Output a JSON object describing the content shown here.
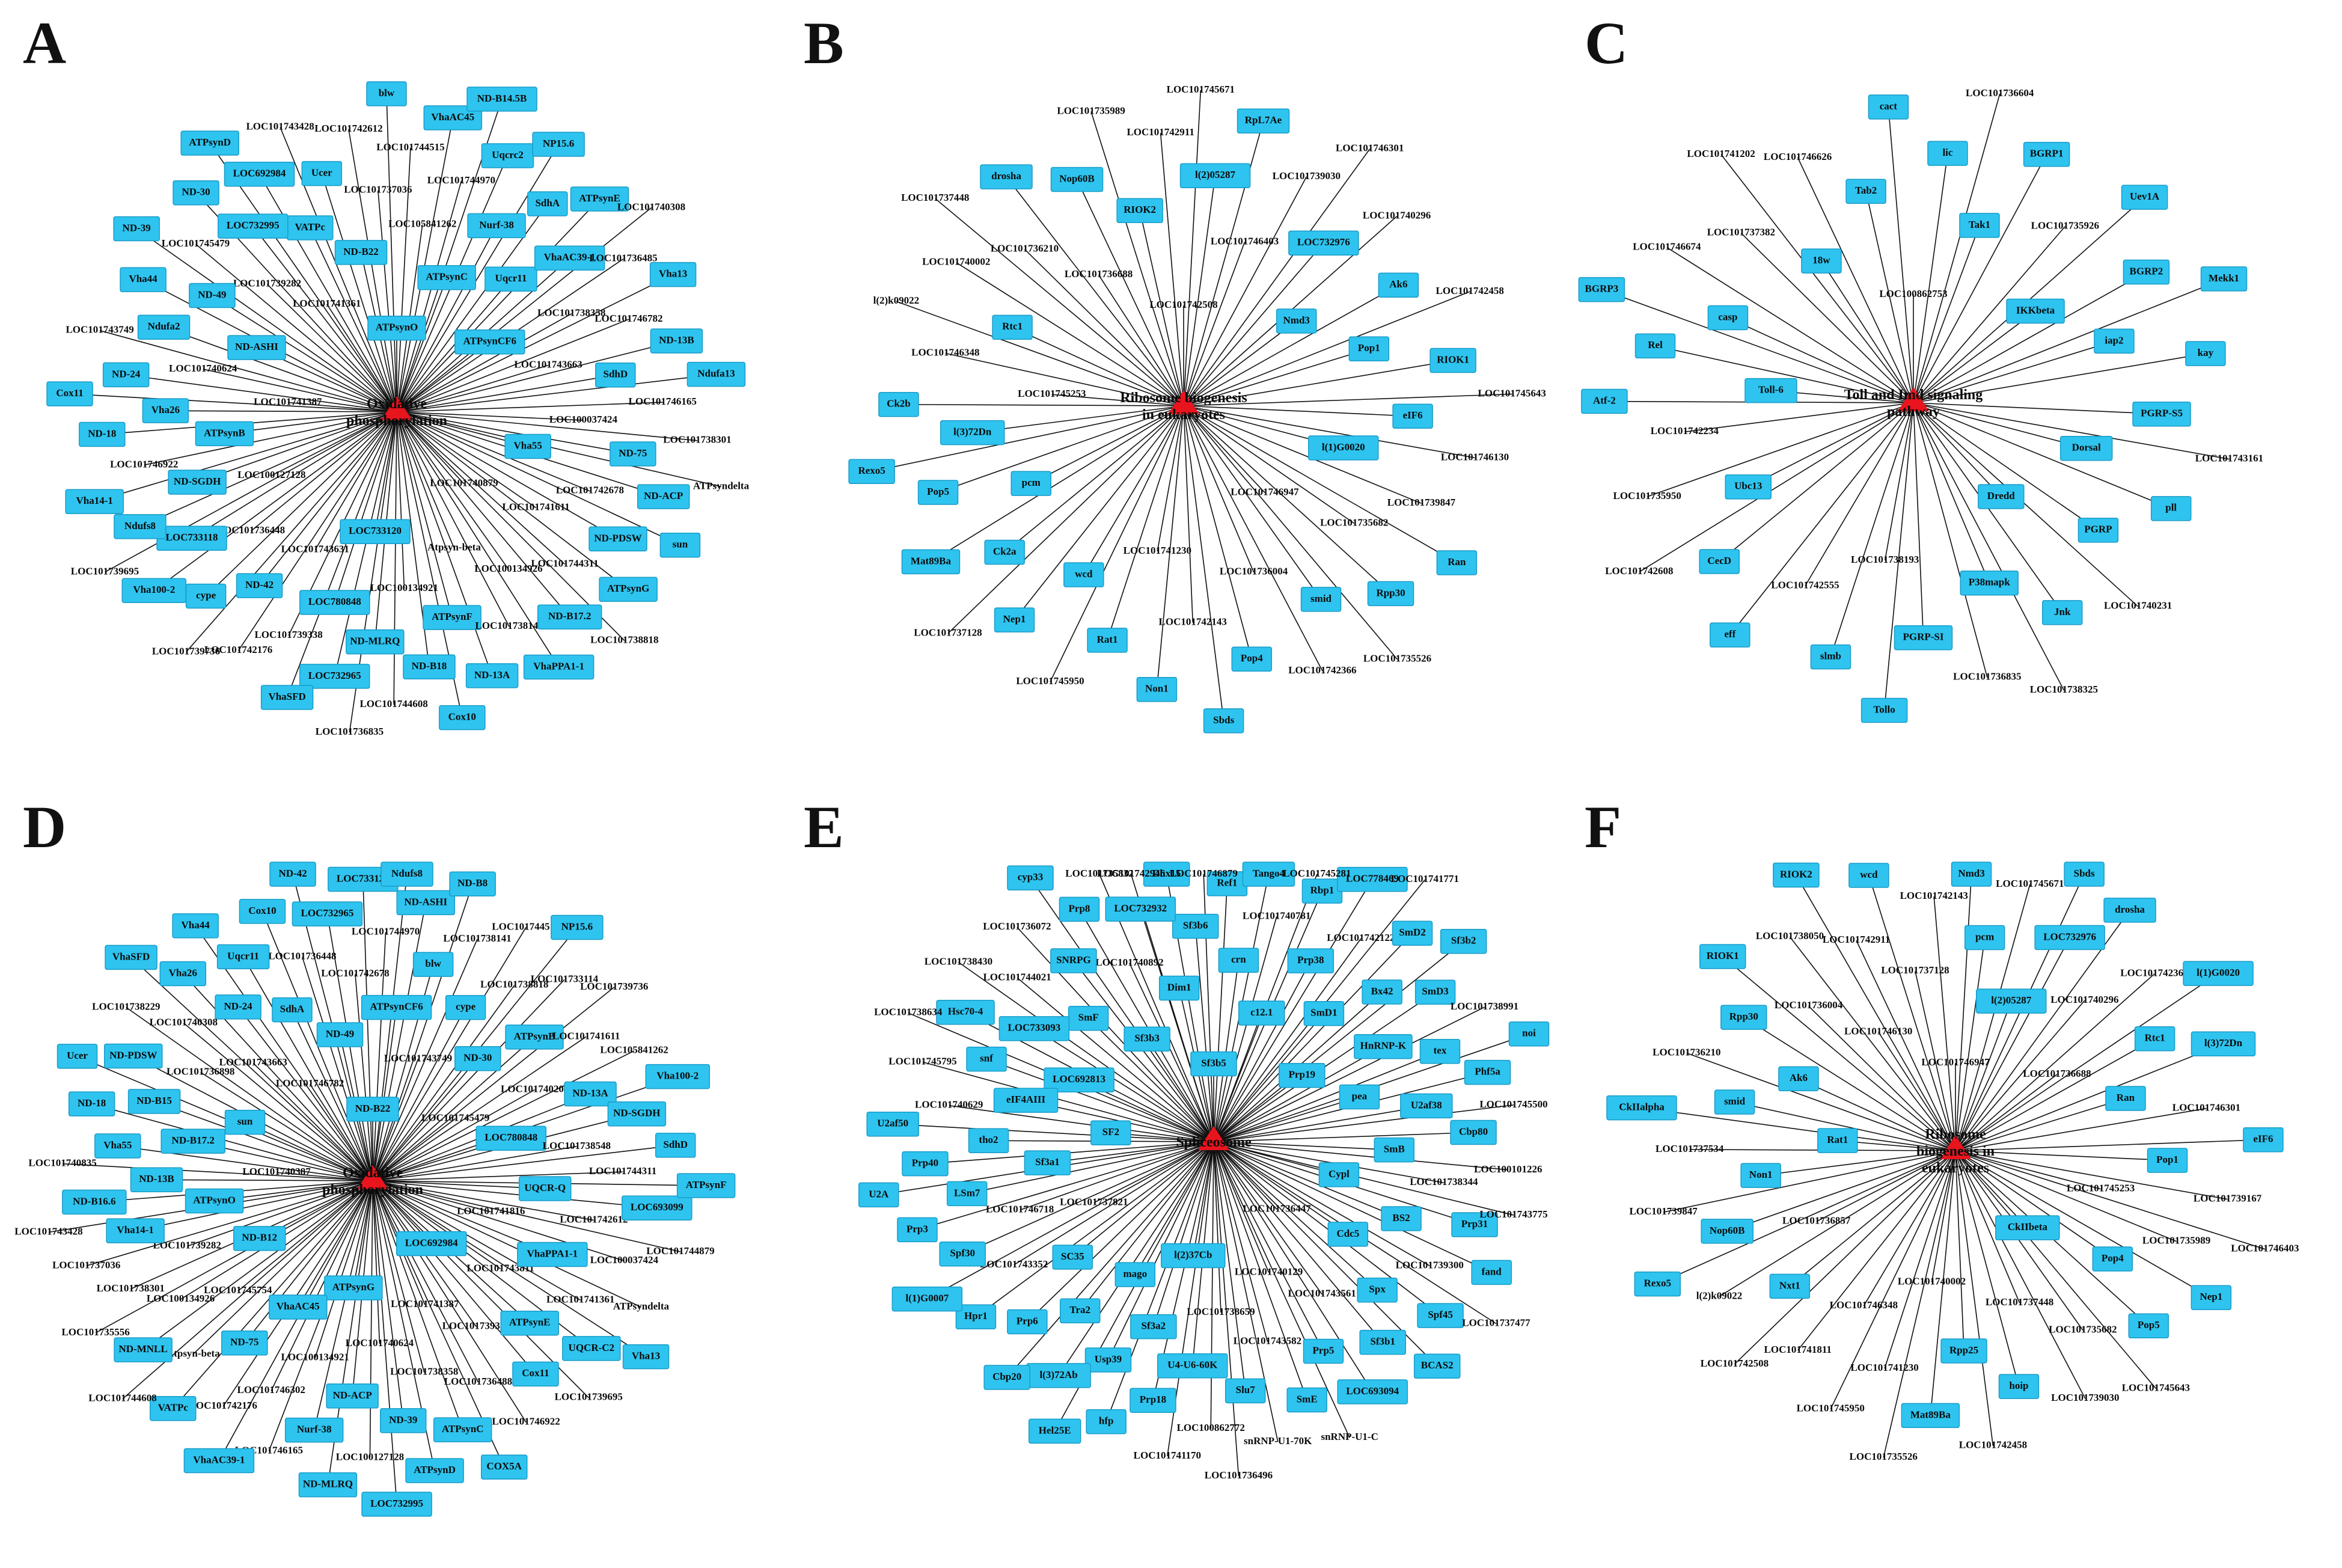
{
  "colors": {
    "node_fill": "#2ec4ef",
    "node_stroke": "#1a9cc8",
    "hub": "#e8141e",
    "edge": "#111111"
  },
  "panels": [
    {
      "letter": "A",
      "hub": [
        "Oxidative",
        "phosphorylation"
      ],
      "nodes": [
        "ATPsynO",
        "LOC101740879",
        "LOC101741387",
        "ATPsynCF6",
        "LOC733120",
        "LOC101741361",
        "Vha55",
        "LOC100127128",
        "ATPsynC",
        "Atpsyn-beta",
        "ND-ASHI",
        "LOC101743663",
        "LOC101743631",
        "ND-B22",
        "LOC101741611",
        "ATPsynB",
        "Uqcr11",
        "LOC100134921",
        "LOC101739282",
        "LOC100037424",
        "LOC101736448",
        "LOC105841262",
        "LOC100134926",
        "LOC101740624",
        "LOC101738358",
        "LOC780848",
        "VATPc",
        "LOC101742678",
        "ND-SGDH",
        "Nurf-38",
        "ATPsynF",
        "ND-49",
        "SdhD",
        "ND-42",
        "LOC101737036",
        "LOC101744311",
        "Vha26",
        "VhaAC39-1",
        "ND-MLRQ",
        "LOC732995",
        "ND-75",
        "LOC733118",
        "LOC101744970",
        "LOC101738141",
        "Ndufa2",
        "LOC101746782",
        "LOC101739338",
        "Ucer",
        "ND-PDSW",
        "LOC101746922",
        "SdhA",
        "ND-B18",
        "LOC101745479",
        "LOC101746165",
        "cype",
        "LOC101744515",
        "ND-B17.2",
        "ND-24",
        "LOC101736485",
        "LOC732965",
        "LOC692984",
        "ND-ACP",
        "Ndufs8",
        "Uqcrc2",
        "ND-13A",
        "Vha44",
        "ND-13B",
        "LOC101742176",
        "LOC101742612",
        "ATPsynG",
        "ND-18",
        "ATPsynE",
        "LOC101744608",
        "ND-30",
        "LOC101738301",
        "Vha100-2",
        "VhaAC45",
        "VhaPPA1-1",
        "LOC101743749",
        "Vha13",
        "VhaSFD",
        "LOC101743428",
        "sun",
        "Vha14-1",
        "NP15.6",
        "Cox10",
        "ND-39",
        "Ndufa13",
        "LOC101739736",
        "blw",
        "LOC101738818",
        "Cox11",
        "LOC101740308",
        "LOC101736835",
        "ATPsynD",
        "ATPsyndelta",
        "LOC101739695",
        "ND-B14.5B"
      ]
    },
    {
      "letter": "B",
      "hub": [
        "Ribosome biogenesis",
        "in eukaryotes"
      ],
      "nodes": [
        "LOC101742508",
        "LOC101746947",
        "LOC101745253",
        "Nmd3",
        "LOC101741230",
        "LOC101736688",
        "l(1)G0020",
        "pcm",
        "LOC101746403",
        "LOC101736004",
        "Rtc1",
        "Pop1",
        "wcd",
        "RIOK2",
        "LOC101735682",
        "l(3)72Dn",
        "LOC732976",
        "LOC101742143",
        "LOC101736210",
        "eIF6",
        "Ck2a",
        "l(2)05287",
        "smid",
        "LOC101746348",
        "Ak6",
        "Rat1",
        "Nop60B",
        "LOC101739847",
        "Pop5",
        "LOC101739030",
        "Pop4",
        "LOC101740002",
        "RIOK1",
        "Nep1",
        "LOC101742911",
        "Rpp30",
        "Ck2b",
        "LOC101740296",
        "Non1",
        "drosha",
        "LOC101746130",
        "Mat89Ba",
        "RpL7Ae",
        "LOC101742366",
        "l(2)k09022",
        "LOC101742458",
        "LOC101745950",
        "LOC101735989",
        "Ran",
        "Rexo5",
        "LOC101746301",
        "Sbds",
        "LOC101737448",
        "LOC101745643",
        "LOC101737128",
        "LOC101745671",
        "LOC101735526"
      ]
    },
    {
      "letter": "C",
      "hub": [
        "Toll and Imd signaling",
        "pathway"
      ],
      "nodes": [
        "LOC100862753",
        "Dredd",
        "Toll-6",
        "IKKbeta",
        "LOC101738193",
        "18w",
        "Dorsal",
        "Ubc13",
        "Tak1",
        "P38mapk",
        "casp",
        "iap2",
        "LOC101742555",
        "Tab2",
        "PGRP",
        "LOC101742234",
        "LOC101735926",
        "PGRP-SI",
        "LOC101737382",
        "PGRP-S5",
        "CecD",
        "lic",
        "Jnk",
        "Rel",
        "BGRP2",
        "slmb",
        "LOC101746626",
        "pll",
        "LOC101735950",
        "BGRP1",
        "LOC101736835",
        "LOC101746674",
        "kay",
        "eff",
        "cact",
        "LOC101740231",
        "Atf-2",
        "Uev1A",
        "Tollo",
        "LOC101741202",
        "LOC101743161",
        "LOC101742608",
        "LOC101736604",
        "LOC101738325",
        "BGRP3",
        "Mekk1"
      ]
    },
    {
      "letter": "D",
      "hub": [
        "Oxidative",
        "phosphorylation"
      ],
      "nodes": [
        "ND-B22",
        "LOC692984",
        "LOC101740387",
        "LOC101745479",
        "ATPsynG",
        "LOC101746782",
        "LOC101741816",
        "ND-B12",
        "LOC101743749",
        "LOC101741387",
        "sun",
        "LOC780848",
        "VhaAC45",
        "ND-49",
        "LOC101743811",
        "ATPsynO",
        "ND-30",
        "LOC101740624",
        "LOC101743663",
        "UQCR-Q",
        "LOC101745754",
        "ATPsynCF6",
        "LOC101739338",
        "ND-B17.2",
        "LOC101740204",
        "LOC100134921",
        "SdhA",
        "VhaPPA1-1",
        "LOC101739282",
        "cype",
        "LOC101738358",
        "LOC101736898",
        "LOC101738548",
        "ND-75",
        "LOC101742678",
        "ATPsynE",
        "ND-13B",
        "ATPsynB",
        "ND-ACP",
        "ND-24",
        "LOC101742612",
        "LOC100134926",
        "blw",
        "LOC101736488",
        "ND-B15",
        "ND-13A",
        "LOC101746302",
        "LOC101736448",
        "LOC101741361",
        "Vha14-1",
        "LOC101738818",
        "ND-39",
        "LOC101740308",
        "LOC101744311",
        "Atpsyn-beta",
        "LOC101744970",
        "Cox11",
        "Vha55",
        "LOC101741611",
        "Nurf-38",
        "Uqcr11",
        "LOC100037424",
        "LOC101738301",
        "LOC101738141",
        "ATPsynC",
        "ND-PDSW",
        "ND-SGDH",
        "LOC101742176",
        "LOC732965",
        "UQCR-C2",
        "ND-B16.6",
        "LOC101733114",
        "LOC100127128",
        "Vha26",
        "LOC693099",
        "ND-MNLL",
        "ND-ASHI",
        "LOC101746922",
        "ND-18",
        "LOC105841262",
        "LOC101746165",
        "Cox10",
        "ATPsyndelta",
        "LOC101737036",
        "LOC101744515",
        "ATPsynD",
        "LOC101738229",
        "SdhD",
        "VATPc",
        "LOC733120",
        "LOC101739695",
        "LOC101740835",
        "LOC101739736",
        "ND-MLRQ",
        "Vha44",
        "LOC101744879",
        "LOC101735556",
        "ND-B8",
        "COX5A",
        "Ucer",
        "Vha100-2",
        "VhaAC39-1",
        "ND-42",
        "Vha13",
        "LOC101743428",
        "NP15.6",
        "LOC732995",
        "VhaSFD",
        "ATPsynF",
        "LOC101744608",
        "Ndufs8"
      ]
    },
    {
      "letter": "E",
      "hub": [
        "Spliceosome"
      ],
      "nodes": [
        "Sf3b5",
        "LOC101736447",
        "SF2",
        "Prp19",
        "l(2)37Cb",
        "Sf3b3",
        "Cypl",
        "LOC101737821",
        "c12.1",
        "LOC101740129",
        "LOC692813",
        "pea",
        "mago",
        "Dim1",
        "Cdc5",
        "Sf3a1",
        "SmD1",
        "LOC101738659",
        "SmF",
        "SmB",
        "SC35",
        "crn",
        "LOC101743561",
        "eIF4AIII",
        "HnRNP-K",
        "Sf3a2",
        "LOC101740892",
        "BS2",
        "LOC101746718",
        "Prp38",
        "LOC101743582",
        "LOC733093",
        "U2af38",
        "Tra2",
        "Sf3b6",
        "Spx",
        "tho2",
        "Bx42",
        "U4-U6-60K",
        "SNRPG",
        "LOC101738344",
        "LOC101743352",
        "LOC101740781",
        "Prp5",
        "snf",
        "tex",
        "Usp39",
        "LOC732932",
        "LOC101739300",
        "LSm7",
        "LOC101742122",
        "Slu7",
        "LOC101744021",
        "Cbp80",
        "Prp6",
        "Ref1",
        "Sf3b1",
        "LOC101740629",
        "SmD3",
        "Prp18",
        "Prp8",
        "Prp31",
        "Spf30",
        "Rbp1",
        "SmE",
        "Hsc70-4",
        "Phf5a",
        "l(3)72Ab",
        "Dhx15",
        "Spf45",
        "Prp40",
        "SmD2",
        "LOC100862772",
        "LOC101736072",
        "LOC100101226",
        "Hpr1",
        "Tango4",
        "LOC693094",
        "LOC101745795",
        "LOC101738991",
        "hfp",
        "LOC101735832",
        "fand",
        "Prp3",
        "LOC778469",
        "snRNP-U1-70K",
        "LOC101738430",
        "LOC101745500",
        "Cbp20",
        "LOC101746879",
        "BCAS2",
        "U2af50",
        "Sf3b2",
        "LOC101741170",
        "cyp33",
        "LOC101743775",
        "l(1)G0007",
        "LOC101745281",
        "snRNP-U1-C",
        "LOC101738634",
        "noi",
        "Hel25E",
        "LOC101742946",
        "LOC101737477",
        "U2A",
        "LOC101741771",
        "LOC101736496"
      ]
    },
    {
      "letter": "F",
      "hub": [
        "Ribosome",
        "biogenesis in",
        "eukaryotes"
      ],
      "nodes": [
        "LOC101746947",
        "CkIIbeta",
        "Rat1",
        "LOC101736688",
        "LOC101740002",
        "LOC101746130",
        "LOC101745253",
        "LOC101736857",
        "l(2)05287",
        "LOC101737448",
        "Ak6",
        "Ran",
        "LOC101746348",
        "LOC101737128",
        "Pop4",
        "Non1",
        "LOC101740296",
        "Rpp25",
        "LOC101736004",
        "Pop1",
        "Nxt1",
        "pcm",
        "LOC101735682",
        "smid",
        "Rtc1",
        "LOC101741230",
        "LOC101742911",
        "LOC101735989",
        "Nop60B",
        "LOC732976",
        "hoip",
        "Rpp30",
        "LOC101746301",
        "LOC101741811",
        "LOC101742143",
        "Pop5",
        "LOC101737534",
        "LOC101742366",
        "Mat89Ba",
        "LOC101738050",
        "LOC101739167",
        "l(2)k09022",
        "LOC101745671",
        "LOC101739030",
        "LOC101736210",
        "l(3)72Dn",
        "LOC101745950",
        "wcd",
        "Nep1",
        "LOC101739847",
        "drosha",
        "LOC101742458",
        "RIOK1",
        "eIF6",
        "LOC101742508",
        "Nmd3",
        "LOC101745643",
        "CkIIalpha",
        "l(1)G0020",
        "LOC101735526",
        "RIOK2",
        "LOC101746403",
        "Rexo5",
        "Sbds"
      ]
    }
  ]
}
